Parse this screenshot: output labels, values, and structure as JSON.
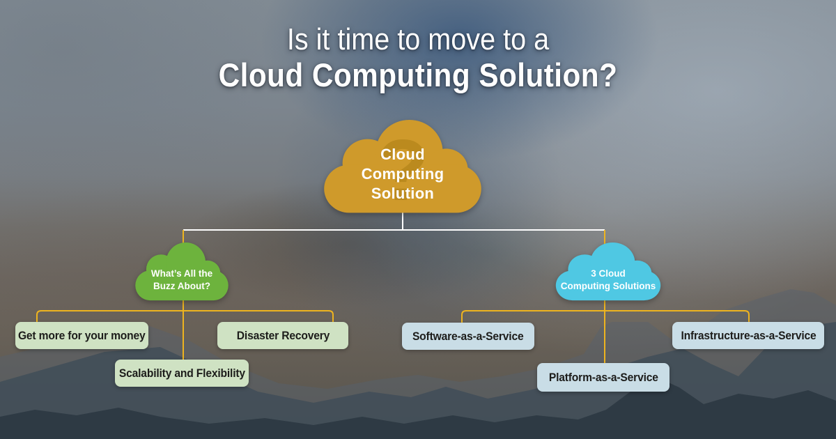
{
  "title": {
    "line1": "Is it time to move to a",
    "line2": "Cloud Computing Solution?"
  },
  "root_cloud": {
    "label": "Cloud\nComputing\nSolution",
    "watermark": "?"
  },
  "branches": {
    "left": {
      "label": "What’s All the\nBuzz About?",
      "items": [
        {
          "label": "Get more for your money"
        },
        {
          "label": "Scalability and Flexibility"
        },
        {
          "label": "Disaster Recovery"
        }
      ]
    },
    "right": {
      "label": "3 Cloud\nComputing Solutions",
      "items": [
        {
          "label": "Software-as-a-Service"
        },
        {
          "label": "Platform-as-a-Service"
        },
        {
          "label": "Infrastructure-as-a-Service"
        }
      ]
    }
  },
  "colors": {
    "gold": "#cf9a2b",
    "gold-dark": "#bb8a1e",
    "green": "#6db33d",
    "cyan": "#4fc8e3",
    "box-green": "#cfe2c3",
    "box-blue": "#c9dde6",
    "line-yellow": "#eeb41f",
    "line-white": "#ffffff",
    "box-text": "#1d1d1b",
    "title-text": "#ffffff"
  }
}
